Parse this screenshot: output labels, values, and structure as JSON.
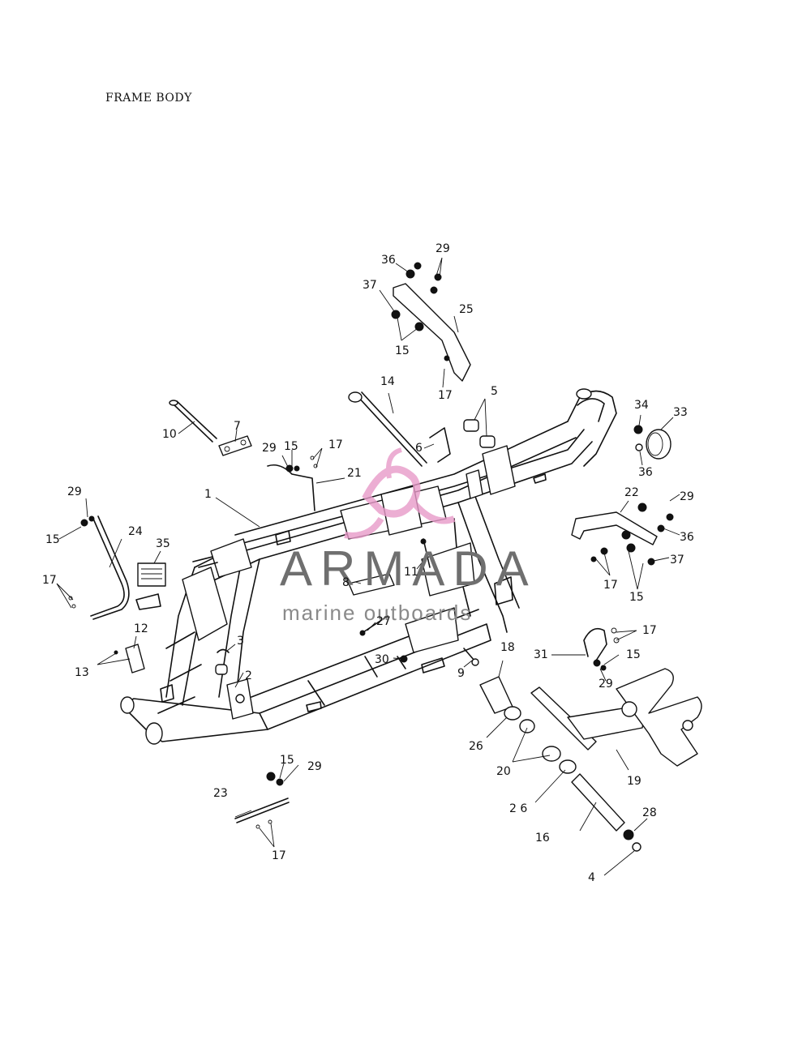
{
  "page": {
    "title": "FRAME BODY"
  },
  "watermark": {
    "brand": "ARMADA",
    "tagline": "marine outboards",
    "accent": "#e89ac9"
  },
  "parts": [
    {
      "key": "p1",
      "n": "1"
    },
    {
      "key": "p2",
      "n": "2"
    },
    {
      "key": "p3",
      "n": "3"
    },
    {
      "key": "p4",
      "n": "4"
    },
    {
      "key": "p5",
      "n": "5"
    },
    {
      "key": "p6",
      "n": "6"
    },
    {
      "key": "p7",
      "n": "7"
    },
    {
      "key": "p8",
      "n": "8"
    },
    {
      "key": "p9",
      "n": "9"
    },
    {
      "key": "p10",
      "n": "10"
    },
    {
      "key": "p11",
      "n": "11"
    },
    {
      "key": "p12",
      "n": "12"
    },
    {
      "key": "p13",
      "n": "13"
    },
    {
      "key": "p14",
      "n": "14"
    },
    {
      "key": "p15a",
      "n": "15"
    },
    {
      "key": "p15b",
      "n": "15"
    },
    {
      "key": "p15c",
      "n": "15"
    },
    {
      "key": "p15d",
      "n": "15"
    },
    {
      "key": "p15e",
      "n": "15"
    },
    {
      "key": "p15f",
      "n": "15"
    },
    {
      "key": "p16",
      "n": "16"
    },
    {
      "key": "p17a",
      "n": "17"
    },
    {
      "key": "p17b",
      "n": "17"
    },
    {
      "key": "p17c",
      "n": "17"
    },
    {
      "key": "p17d",
      "n": "17"
    },
    {
      "key": "p17e",
      "n": "17"
    },
    {
      "key": "p17f",
      "n": "17"
    },
    {
      "key": "p18",
      "n": "18"
    },
    {
      "key": "p19",
      "n": "19"
    },
    {
      "key": "p20",
      "n": "20"
    },
    {
      "key": "p21",
      "n": "21"
    },
    {
      "key": "p22",
      "n": "22"
    },
    {
      "key": "p23",
      "n": "23"
    },
    {
      "key": "p24",
      "n": "24"
    },
    {
      "key": "p25",
      "n": "25"
    },
    {
      "key": "p26a",
      "n": "26"
    },
    {
      "key": "p26b",
      "n": "2 6"
    },
    {
      "key": "p27",
      "n": "27"
    },
    {
      "key": "p28",
      "n": "28"
    },
    {
      "key": "p29a",
      "n": "29"
    },
    {
      "key": "p29b",
      "n": "29"
    },
    {
      "key": "p29c",
      "n": "29"
    },
    {
      "key": "p29d",
      "n": "29"
    },
    {
      "key": "p29e",
      "n": "29"
    },
    {
      "key": "p29f",
      "n": "29"
    },
    {
      "key": "p30",
      "n": "30"
    },
    {
      "key": "p31",
      "n": "31"
    },
    {
      "key": "p33",
      "n": "33"
    },
    {
      "key": "p34",
      "n": "34"
    },
    {
      "key": "p35",
      "n": "35"
    },
    {
      "key": "p36a",
      "n": "36"
    },
    {
      "key": "p36b",
      "n": "36"
    },
    {
      "key": "p36c",
      "n": "36"
    },
    {
      "key": "p37a",
      "n": "37"
    },
    {
      "key": "p37b",
      "n": "37"
    }
  ]
}
